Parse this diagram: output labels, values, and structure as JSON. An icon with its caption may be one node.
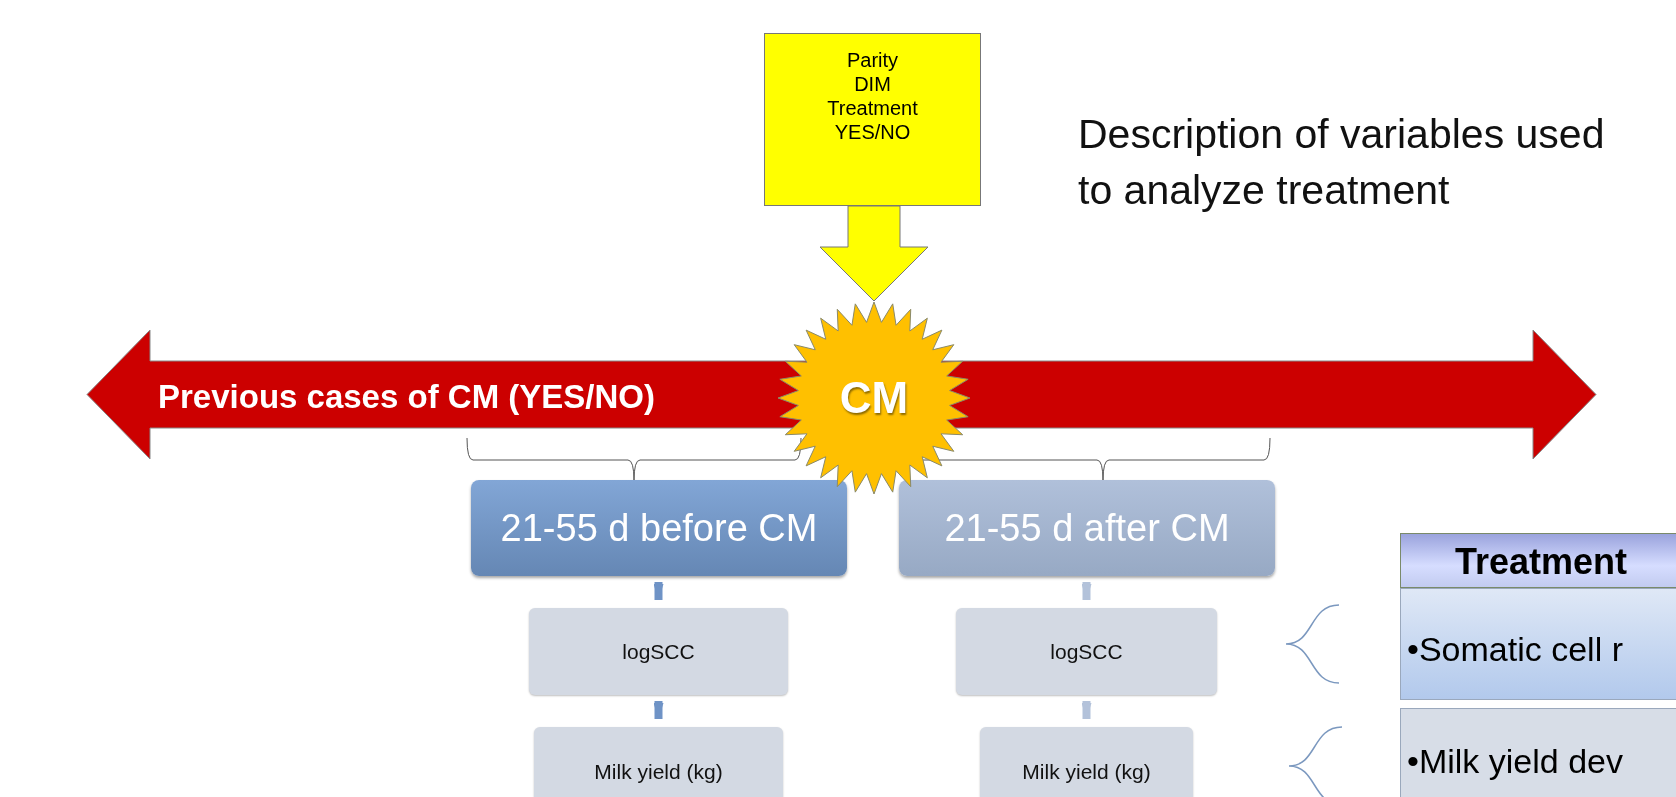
{
  "diagram": {
    "nodes": [
      {
        "text": [
          "Parity",
          "DIM",
          "Treatment YES/NO"
        ]
      },
      {
        "text": [
          "Previous cases of CM (YES/NO)"
        ]
      },
      {
        "text": [
          "CM"
        ]
      },
      {
        "text": [
          "21-55 d before CM"
        ]
      },
      {
        "text": [
          "21-55 d after CM"
        ]
      },
      {
        "text": [
          "logSCC"
        ]
      },
      {
        "text": [
          "logSCC"
        ]
      },
      {
        "text": [
          "Milk yield (kg)"
        ]
      },
      {
        "text": [
          "Milk yield (kg)"
        ]
      },
      {
        "text": [
          "Treatment"
        ]
      },
      {
        "text": [
          "•Somatic cell r"
        ]
      },
      {
        "text": [
          "•Milk yield dev"
        ]
      }
    ],
    "edges": [
      {
        "from": 0,
        "to": 2,
        "arrow": "to",
        "style": "thick",
        "color": "#ffff00"
      },
      {
        "from": 3,
        "to": 5,
        "arrow": "to",
        "color": "#6f93c6"
      },
      {
        "from": 5,
        "to": 7,
        "arrow": "to",
        "color": "#6f93c6"
      },
      {
        "from": 4,
        "to": 6,
        "arrow": "to",
        "color": "#b3c2da"
      },
      {
        "from": 6,
        "to": 8,
        "arrow": "to",
        "color": "#b3c2da"
      }
    ],
    "labels": [
      "Description of variables used to analyze treatment"
    ]
  }
}
